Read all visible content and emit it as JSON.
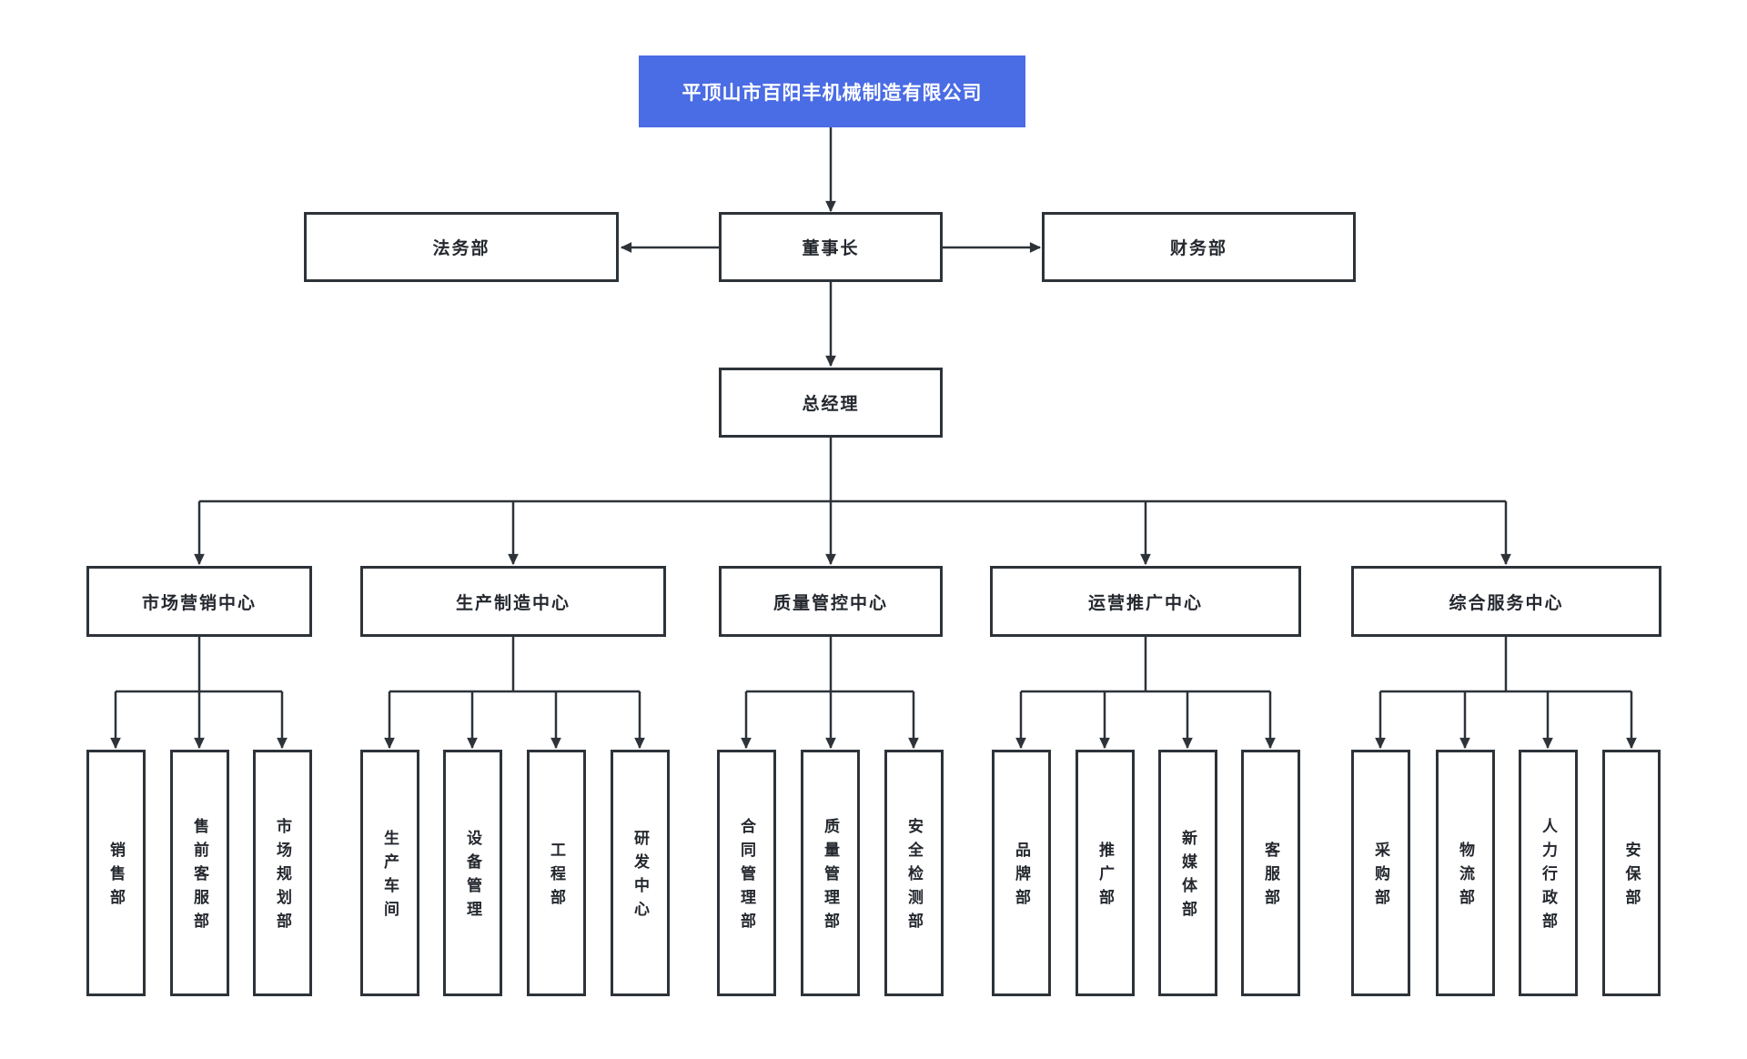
{
  "colors": {
    "root_bg": "#4a6ce4",
    "root_text": "#ffffff",
    "box_border": "#2d3339",
    "box_text": "#24282e",
    "line": "#2d3339"
  },
  "org": {
    "company": {
      "label": "平顶山市百阳丰机械制造有限公司"
    },
    "chairman": {
      "label": "董事长"
    },
    "legal": {
      "label": "法务部"
    },
    "finance": {
      "label": "财务部"
    },
    "general_manager": {
      "label": "总经理"
    },
    "centers": [
      {
        "label": "市场营销中心",
        "departments": [
          {
            "label": "销售部"
          },
          {
            "label": "售前客服部"
          },
          {
            "label": "市场规划部"
          }
        ]
      },
      {
        "label": "生产制造中心",
        "departments": [
          {
            "label": "生产车间"
          },
          {
            "label": "设备管理"
          },
          {
            "label": "工程部"
          },
          {
            "label": "研发中心"
          }
        ]
      },
      {
        "label": "质量管控中心",
        "departments": [
          {
            "label": "合同管理部"
          },
          {
            "label": "质量管理部"
          },
          {
            "label": "安全检测部"
          }
        ]
      },
      {
        "label": "运营推广中心",
        "departments": [
          {
            "label": "品牌部"
          },
          {
            "label": "推广部"
          },
          {
            "label": "新媒体部"
          },
          {
            "label": "客服部"
          }
        ]
      },
      {
        "label": "综合服务中心",
        "departments": [
          {
            "label": "采购部"
          },
          {
            "label": "物流部"
          },
          {
            "label": "人力行政部"
          },
          {
            "label": "安保部"
          }
        ]
      }
    ]
  }
}
